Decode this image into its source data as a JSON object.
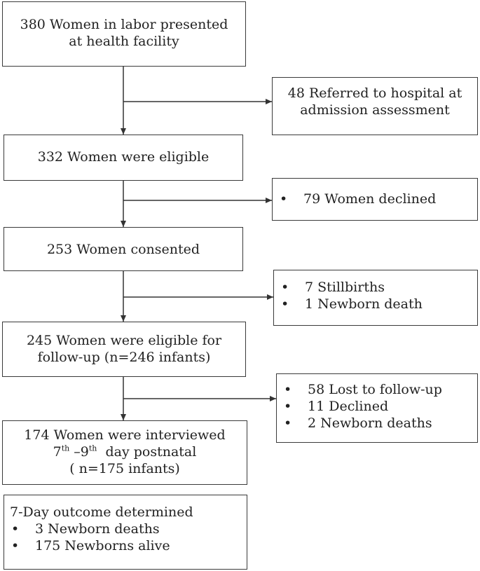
{
  "nodes": {
    "n1": {
      "lines": [
        "380 Women in labor presented",
        "at health facility"
      ]
    },
    "x1": {
      "lines": [
        "48 Referred to hospital at",
        "admission assessment"
      ]
    },
    "n2": {
      "lines": [
        "332 Women were eligible"
      ]
    },
    "x2": {
      "bullets": [
        "79 Women declined"
      ]
    },
    "n3": {
      "lines": [
        "253 Women consented"
      ]
    },
    "x3": {
      "bullets": [
        "7 Stillbirths",
        "1 Newborn death"
      ]
    },
    "n4": {
      "lines": [
        "245 Women were eligible for",
        "follow-up (n=246 infants)"
      ]
    },
    "x4": {
      "bullets": [
        "58 Lost to follow-up",
        "11 Declined",
        "2 Newborn deaths"
      ]
    },
    "n5": {
      "line1": "174 Women were interviewed",
      "day_a": "7",
      "sup_a": "th",
      "sep": " –9",
      "sup_b": "th",
      "rest": "  day postnatal",
      "line3": "( n=175 infants)"
    },
    "n6": {
      "heading": "7-Day outcome determined",
      "bullets": [
        "3 Newborn deaths",
        "175 Newborns alive"
      ]
    }
  },
  "bullet_symbol": "•",
  "colors": {
    "border": "#3a3a3a",
    "line": "#333333",
    "text": "#222222"
  }
}
